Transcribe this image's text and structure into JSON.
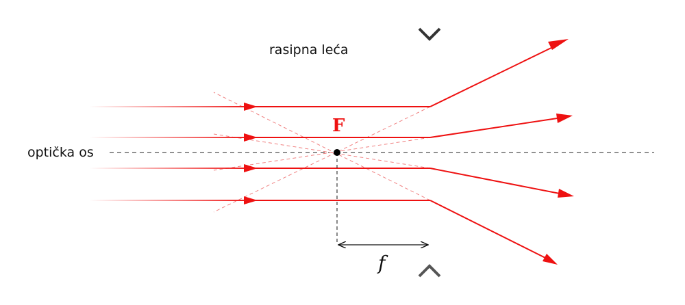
{
  "labels": {
    "lens": "rasipna leća",
    "axis": "optička os",
    "focus": "F",
    "focal_length": "f"
  },
  "colors": {
    "ray": "#ee1111",
    "ray_construction": "#f08080",
    "lens_dark": "#333333",
    "lens_light": "#d8d8d8",
    "axis_line": "#222222",
    "text": "#111111"
  }
}
